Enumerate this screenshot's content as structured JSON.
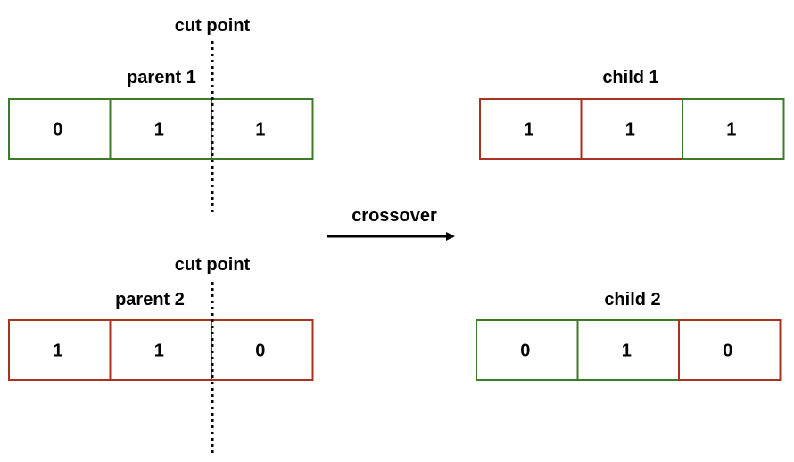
{
  "colors": {
    "green": "#3d7a2a",
    "red": "#a83222",
    "ink": "#000000"
  },
  "labels": {
    "cut_point_top": "cut point",
    "cut_point_bottom": "cut point",
    "crossover": "crossover"
  },
  "parent1": {
    "name": "parent 1",
    "genes": [
      "0",
      "1",
      "1"
    ],
    "colors": [
      "green",
      "green",
      "green"
    ]
  },
  "parent2": {
    "name": "parent 2",
    "genes": [
      "1",
      "1",
      "0"
    ],
    "colors": [
      "red",
      "red",
      "red"
    ]
  },
  "child1": {
    "name": "child 1",
    "genes": [
      "1",
      "1",
      "1"
    ],
    "colors": [
      "red",
      "red",
      "green"
    ]
  },
  "child2": {
    "name": "child 2",
    "genes": [
      "0",
      "1",
      "0"
    ],
    "colors": [
      "green",
      "green",
      "red"
    ]
  }
}
